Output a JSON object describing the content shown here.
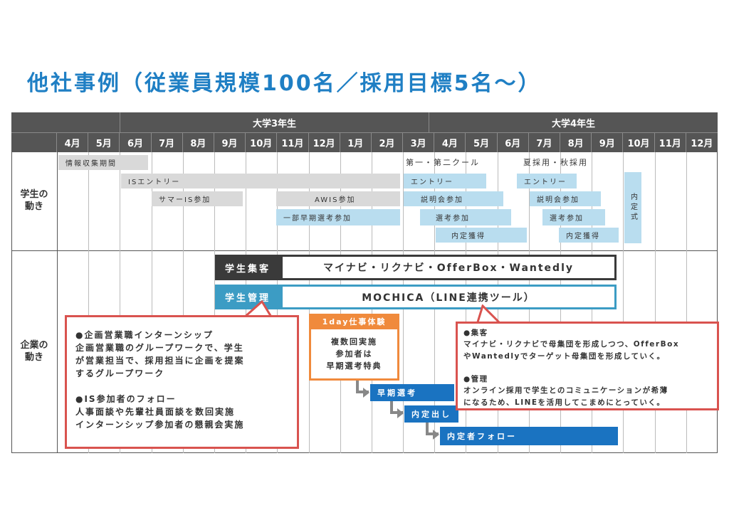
{
  "title": "他社事例（従業員規模100名／採用目標5名〜）",
  "header": {
    "year3": "大学3年生",
    "year4": "大学4年生",
    "months": [
      "4月",
      "5月",
      "6月",
      "7月",
      "8月",
      "9月",
      "10月",
      "11月",
      "12月",
      "1月",
      "2月",
      "3月",
      "4月",
      "5月",
      "6月",
      "7月",
      "8月",
      "9月",
      "10月",
      "11月",
      "12月"
    ]
  },
  "rows": {
    "student": "学生の\n動き",
    "company": "企業の\n動き"
  },
  "student_bars": {
    "info": "情報収集期間",
    "is_entry": "ISエントリー",
    "summer_is": "サマーIS参加",
    "awis": "AWIS参加",
    "early_select": "一部早期選考参加",
    "cool12": "第一・第二クール",
    "entry1": "エントリー",
    "setsumei1": "説明会参加",
    "senko1": "選考参加",
    "naitei1": "内定獲得",
    "summer_fall": "夏採用・秋採用",
    "entry2": "エントリー",
    "setsumei2": "説明会参加",
    "senko2": "選考参加",
    "naitei2": "内定獲得",
    "naiteishiki": "内定式"
  },
  "company": {
    "shukyaku_label": "学生集客",
    "shukyaku_value": "マイナビ・リクナビ・OfferBox・Wantedly",
    "kanri_label": "学生管理",
    "kanri_value": "MOCHICA（LINE連携ツール）",
    "oneday_label": "1day仕事体験",
    "oneday_text": "複数回実施\n参加者は\n早期選考特典",
    "flow1": "早期選考",
    "flow2": "内定出し",
    "flow3": "内定者フォロー"
  },
  "callout_left": "●企画営業職インターンシップ\n企画営業職のグループワークで、学生\nが営業担当で、採用担当に企画を提案\nするグループワーク\n\n●IS参加者のフォロー\n人事面談や先輩社員面談を数回実施\nインターンシップ参加者の懇親会実施",
  "callout_right": "●集客\nマイナビ・リクナビで母集団を形成しつつ、OfferBox\nやWantedlyでターゲット母集団を形成していく。\n\n●管理\nオンライン採用で学生とのコミュニケーションが希薄\nになるため、LINEを活用してこまめにとっていく。",
  "colors": {
    "title": "#1f7fc4",
    "header": "#555555",
    "shukyaku": "#3a3a3a",
    "kanri": "#3c9cc4",
    "oneday": "#f08a3c",
    "flow": "#1a73c1",
    "callout": "#d9534f"
  }
}
